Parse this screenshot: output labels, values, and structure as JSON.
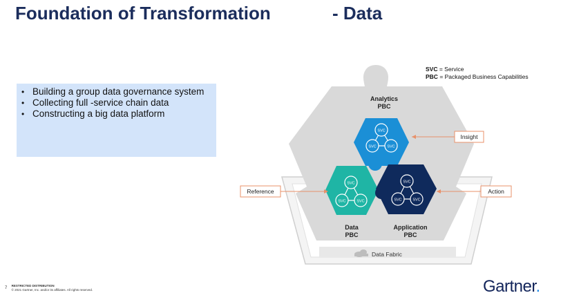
{
  "slide": {
    "title": "Foundation of Transformation",
    "title_suffix": "- Data",
    "bullets": [
      "Building a group data governance system",
      "Collecting full -service chain data",
      "Constructing a big data platform"
    ],
    "legend": [
      {
        "abbr": "SVC",
        "text": " = Service"
      },
      {
        "abbr": "PBC",
        "text": " = Packaged Business Capabilities"
      }
    ],
    "footer": {
      "page_number": "7",
      "restricted": "RESTRICTED DISTRIBUTION",
      "copyright": "© 2021 Gartner, Inc. and/or its affiliates. All rights reserved."
    },
    "logo": "Gartner",
    "logo_dot": "."
  },
  "diagram": {
    "svc_label": "SVC",
    "analytics": {
      "line1": "Analytics",
      "line2": "PBC"
    },
    "data": {
      "line1": "Data",
      "line2": "PBC"
    },
    "application": {
      "line1": "Application",
      "line2": "PBC"
    },
    "callouts": {
      "insight": "Insight",
      "reference": "Reference",
      "action": "Action"
    },
    "fabric": "Data Fabric",
    "colors": {
      "analytics": "#1b8fd6",
      "data": "#1fb5a5",
      "application": "#0f2a5c",
      "callout_border": "#e8916a",
      "puzzle": "#d9d9d9",
      "fabric": "#efefef"
    }
  }
}
